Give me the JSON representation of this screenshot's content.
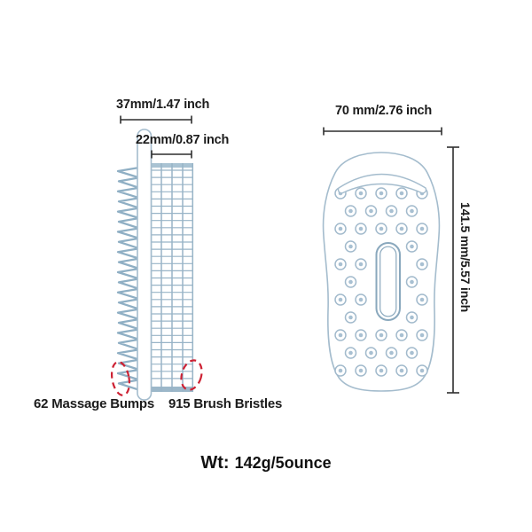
{
  "colors": {
    "outline": "#a4bccd",
    "outline_dark": "#8aa8bd",
    "grid": "#98b4c7",
    "band_top": "#a9c3d3",
    "band_bottom": "#9cb7c9",
    "coil": "#8fafc4",
    "bump_ring": "#a2bacc",
    "bump_dot": "#a8c0d2",
    "highlight_red": "#cd2133",
    "dimension": "#2e2e2e",
    "text": "#1b1b1b"
  },
  "side_view": {
    "dim_total_width": "37mm/1.47 inch",
    "dim_bristle_width": "22mm/0.87 inch",
    "bumps_label": "62 Massage Bumps",
    "bristles_label": "915 Brush Bristles"
  },
  "back_view": {
    "dim_width": "70 mm/2.76 inch",
    "dim_height": "141.5 mm/5.57 inch"
  },
  "footer": {
    "weight_label": "Wt:",
    "weight_value": "142g/5ounce"
  }
}
